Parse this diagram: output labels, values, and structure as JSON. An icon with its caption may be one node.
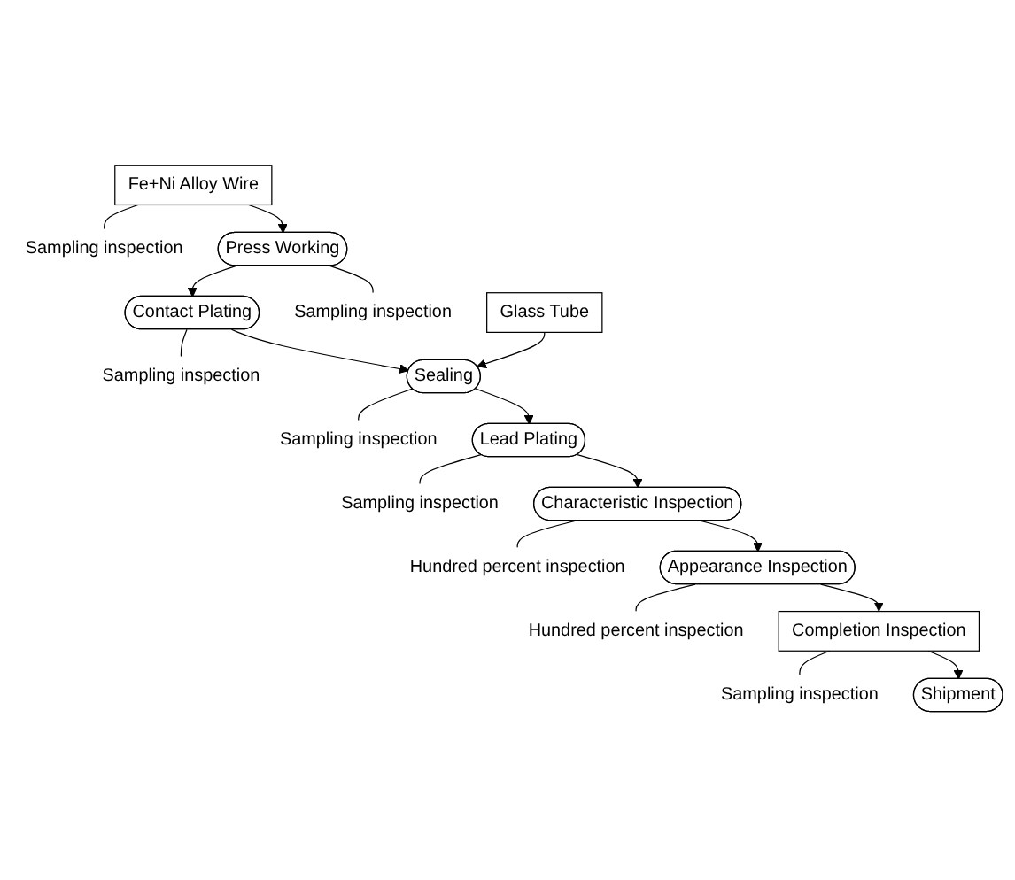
{
  "diagram": {
    "nodes": [
      {
        "text": [
          "Glass Tube"
        ]
      },
      {
        "text": [
          "Fe+Ni Alloy Wire"
        ]
      },
      {
        "text": [
          "Sampling inspection"
        ]
      },
      {
        "text": [
          "Press Working"
        ]
      },
      {
        "text": [
          "Sampling inspection"
        ]
      },
      {
        "text": [
          "Contact Plating"
        ]
      },
      {
        "text": [
          "Sampling inspection"
        ]
      },
      {
        "text": [
          "Sealing"
        ]
      },
      {
        "text": [
          "Sampling inspection"
        ]
      },
      {
        "text": [
          "Lead Plating"
        ]
      },
      {
        "text": [
          "Sampling inspection"
        ]
      },
      {
        "text": [
          "Characteristic Inspection"
        ]
      },
      {
        "text": [
          "Hundred percent inspection"
        ]
      },
      {
        "text": [
          "Appearance Inspection"
        ]
      },
      {
        "text": [
          "Hundred percent inspection"
        ]
      },
      {
        "text": [
          "Completion Inspection"
        ]
      },
      {
        "text": [
          "Sampling inspection"
        ]
      },
      {
        "text": [
          "Shipment"
        ]
      }
    ],
    "edges": [
      {
        "from": 1,
        "to": 2,
        "arrow": "none"
      },
      {
        "from": 1,
        "to": 3,
        "arrow": "to"
      },
      {
        "from": 3,
        "to": 4,
        "arrow": "none"
      },
      {
        "from": 3,
        "to": 5,
        "arrow": "to"
      },
      {
        "from": 5,
        "to": 6,
        "arrow": "none"
      },
      {
        "from": 0,
        "to": 7,
        "arrow": "to"
      },
      {
        "from": 5,
        "to": 7,
        "arrow": "to"
      },
      {
        "from": 7,
        "to": 8,
        "arrow": "none"
      },
      {
        "from": 7,
        "to": 9,
        "arrow": "to"
      },
      {
        "from": 9,
        "to": 10,
        "arrow": "none"
      },
      {
        "from": 9,
        "to": 11,
        "arrow": "to"
      },
      {
        "from": 11,
        "to": 12,
        "arrow": "none"
      },
      {
        "from": 11,
        "to": 13,
        "arrow": "to"
      },
      {
        "from": 13,
        "to": 14,
        "arrow": "none"
      },
      {
        "from": 13,
        "to": 15,
        "arrow": "to"
      },
      {
        "from": 15,
        "to": 16,
        "arrow": "none"
      },
      {
        "from": 15,
        "to": 17,
        "arrow": "to"
      }
    ]
  }
}
